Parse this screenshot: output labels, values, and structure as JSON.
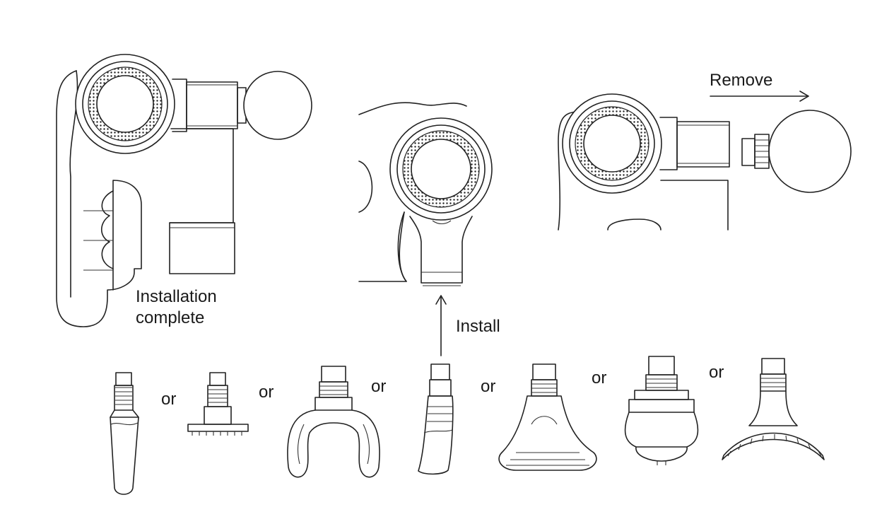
{
  "labels": {
    "installation_complete_line1": "Installation",
    "installation_complete_line2": "complete",
    "install": "Install",
    "remove": "Remove"
  },
  "or_separators": [
    "or",
    "or",
    "or",
    "or",
    "or",
    "or"
  ]
}
